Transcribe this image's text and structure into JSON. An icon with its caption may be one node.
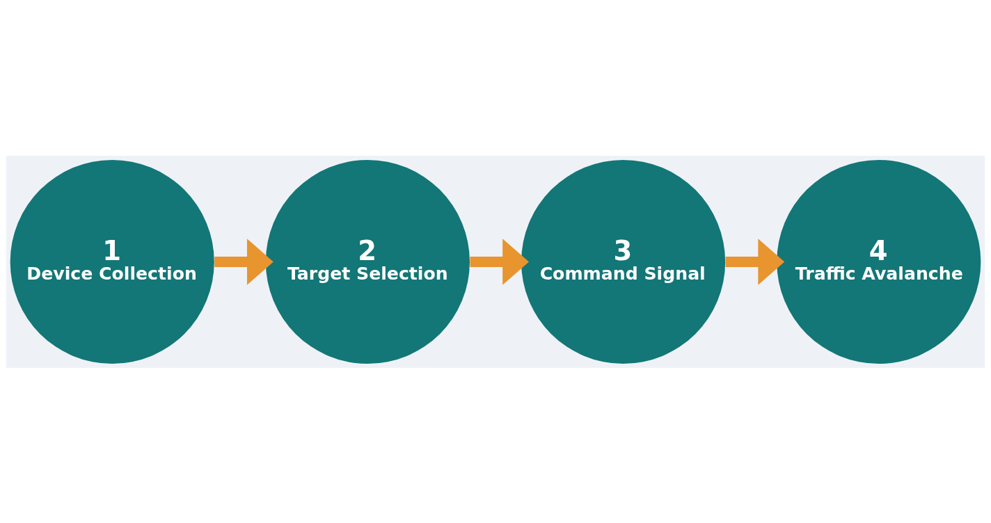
{
  "diagram": {
    "nodes": [
      {
        "text": [
          "1",
          "Device Collection"
        ]
      },
      {
        "text": [
          "2",
          "Target Selection"
        ]
      },
      {
        "text": [
          "3",
          "Command Signal"
        ]
      },
      {
        "text": [
          "4",
          "Traffic Avalanche"
        ]
      }
    ],
    "edges": [
      {
        "from": 0,
        "to": 1,
        "arrow": "to"
      },
      {
        "from": 1,
        "to": 2,
        "arrow": "to"
      },
      {
        "from": 2,
        "to": 3,
        "arrow": "to"
      }
    ]
  }
}
